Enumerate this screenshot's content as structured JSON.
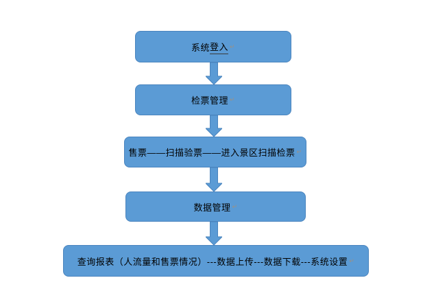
{
  "page": {
    "background": "#ffffff"
  },
  "flowchart": {
    "type": "flowchart",
    "direction": "top-down",
    "nodes": [
      {
        "label": "系统登入",
        "label_plain": "系统",
        "label_underlined": "登入",
        "para_mark": "↵"
      },
      {
        "label": "检票管理",
        "para_mark": "↵"
      },
      {
        "label": "售票——扫描验票——进入景区扫描检票",
        "para_mark": "↵"
      },
      {
        "label": "数据管理",
        "para_mark": "↵"
      },
      {
        "label": "查询报表（人流量和售票情况）---数据上传---数据下载---系统设置",
        "para_mark": "↵"
      }
    ],
    "edges": [
      {
        "from": 0,
        "to": 1
      },
      {
        "from": 1,
        "to": 2
      },
      {
        "from": 2,
        "to": 3
      },
      {
        "from": 3,
        "to": 4
      }
    ],
    "colors": {
      "node_fill": "#5b9bd5",
      "node_border": "#4a84be",
      "arrow_fill": "#5b9bd5",
      "arrow_border": "#4a84be",
      "text": "#000000",
      "para_mark": "#9a9186"
    }
  }
}
